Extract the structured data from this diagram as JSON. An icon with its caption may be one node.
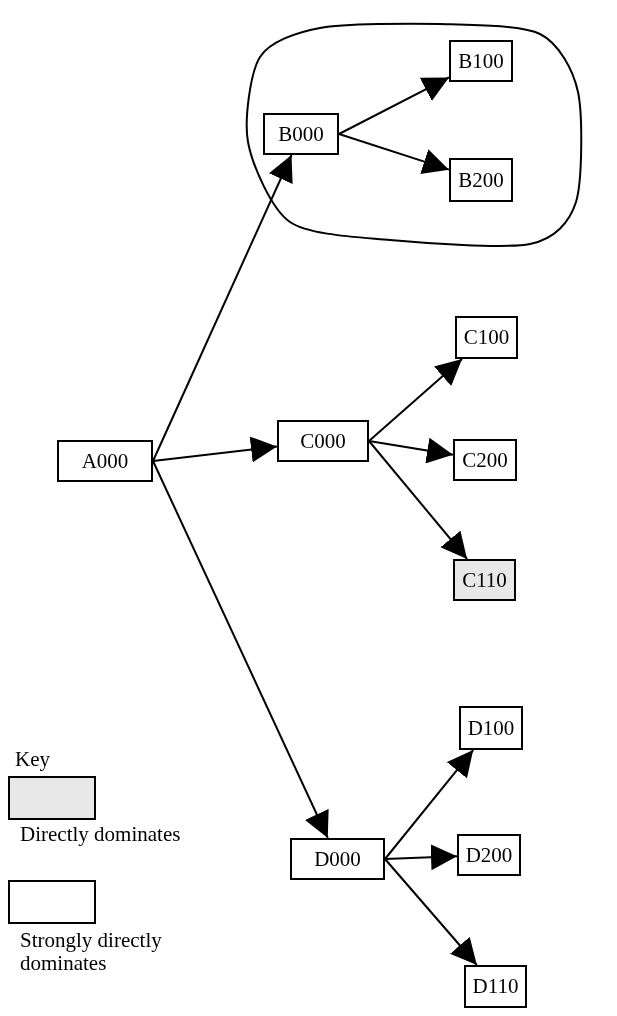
{
  "diagram": {
    "nodes": [
      {
        "text": [],
        "shape": "cloud"
      },
      {
        "text": [
          "B000"
        ],
        "in": 0
      },
      {
        "text": [
          "B100"
        ],
        "in": 0
      },
      {
        "text": [
          "B200"
        ],
        "in": 0
      },
      {
        "text": [
          "C100"
        ]
      },
      {
        "text": [
          "A000"
        ]
      },
      {
        "text": [
          "C000"
        ]
      },
      {
        "text": [
          "C200"
        ]
      },
      {
        "text": [
          "C110"
        ]
      },
      {
        "text": [
          "D100"
        ]
      },
      {
        "text": [
          "D000"
        ]
      },
      {
        "text": [
          "D200"
        ]
      },
      {
        "text": [
          "D110"
        ]
      }
    ],
    "edges": [
      {
        "from": 5,
        "to": 1,
        "arrow": "to"
      },
      {
        "from": 5,
        "to": 6,
        "arrow": "to"
      },
      {
        "from": 5,
        "to": 10,
        "arrow": "to"
      },
      {
        "from": 1,
        "to": 2,
        "arrow": "to"
      },
      {
        "from": 1,
        "to": 3,
        "arrow": "to"
      },
      {
        "from": 6,
        "to": 4,
        "arrow": "to"
      },
      {
        "from": 6,
        "to": 7,
        "arrow": "to"
      },
      {
        "from": 6,
        "to": 8,
        "arrow": "to"
      },
      {
        "from": 10,
        "to": 9,
        "arrow": "to"
      },
      {
        "from": 10,
        "to": 11,
        "arrow": "to"
      },
      {
        "from": 10,
        "to": 12,
        "arrow": "to"
      }
    ],
    "labels": [
      "Key"
    ],
    "legend": [
      {
        "text": "Directly dominates",
        "color": "#e8e8e8"
      },
      {
        "text": "Strongly directly dominates",
        "color": "#ffffff"
      }
    ]
  }
}
